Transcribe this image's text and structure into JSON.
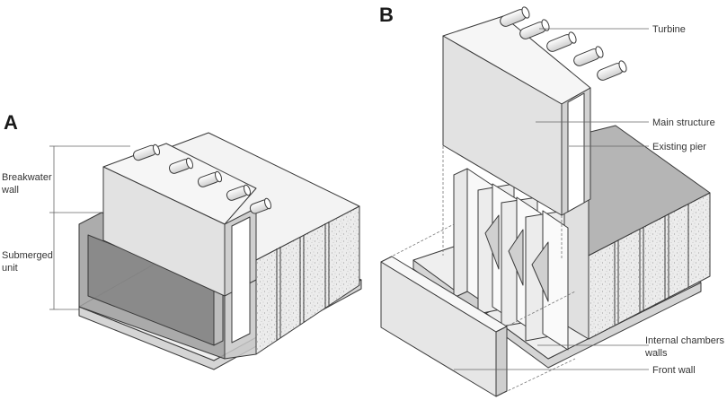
{
  "panels": {
    "a": "A",
    "b": "B"
  },
  "labels_a": {
    "breakwater_line1": "Breakwater",
    "breakwater_line2": "wall",
    "submerged_line1": "Submerged",
    "submerged_line2": "unit"
  },
  "labels_b": {
    "turbine": "Turbine",
    "main_structure": "Main structure",
    "existing_pier": "Existing pier",
    "internal_line1": "Internal chambers",
    "internal_line2": "walls",
    "front_wall": "Front wall"
  },
  "colors": {
    "light_face": "#f1f1f1",
    "mid_face": "#d9d9d9",
    "dark_face": "#a9a9a9",
    "darker_face": "#8c8c8c",
    "concrete": "#e6e6e6",
    "outline": "#3a3a3a",
    "pier_top": "#b8b8b8"
  }
}
